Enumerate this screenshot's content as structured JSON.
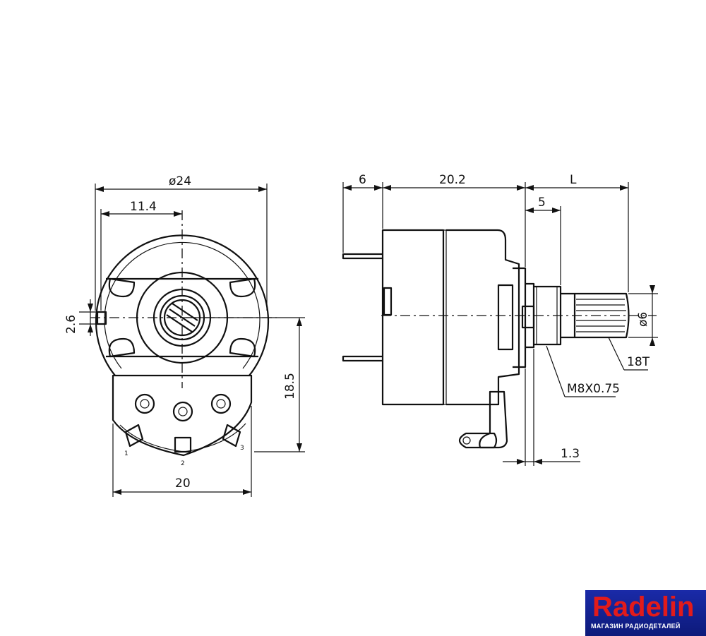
{
  "front_view": {
    "dim_diameter": "ø24",
    "dim_offset": "11.4",
    "dim_slot": "2.6",
    "dim_height": "18.5",
    "dim_width": "20",
    "pin_labels": [
      "1",
      "2",
      "3"
    ]
  },
  "side_view": {
    "dim_pins": "6",
    "dim_body": "20.2",
    "dim_shaft_length": "L",
    "dim_bushing": "5",
    "dim_shaft_diameter": "ø6",
    "dim_knurl": "18T",
    "dim_thread": "M8X0.75",
    "dim_nut": "1.3"
  },
  "logo": {
    "brand": "Radelin",
    "tagline": "МАГАЗИН РАДИОДЕТАЛЕЙ",
    "colors": {
      "background": "#1a2aa8",
      "text": "#e21b1b"
    }
  }
}
